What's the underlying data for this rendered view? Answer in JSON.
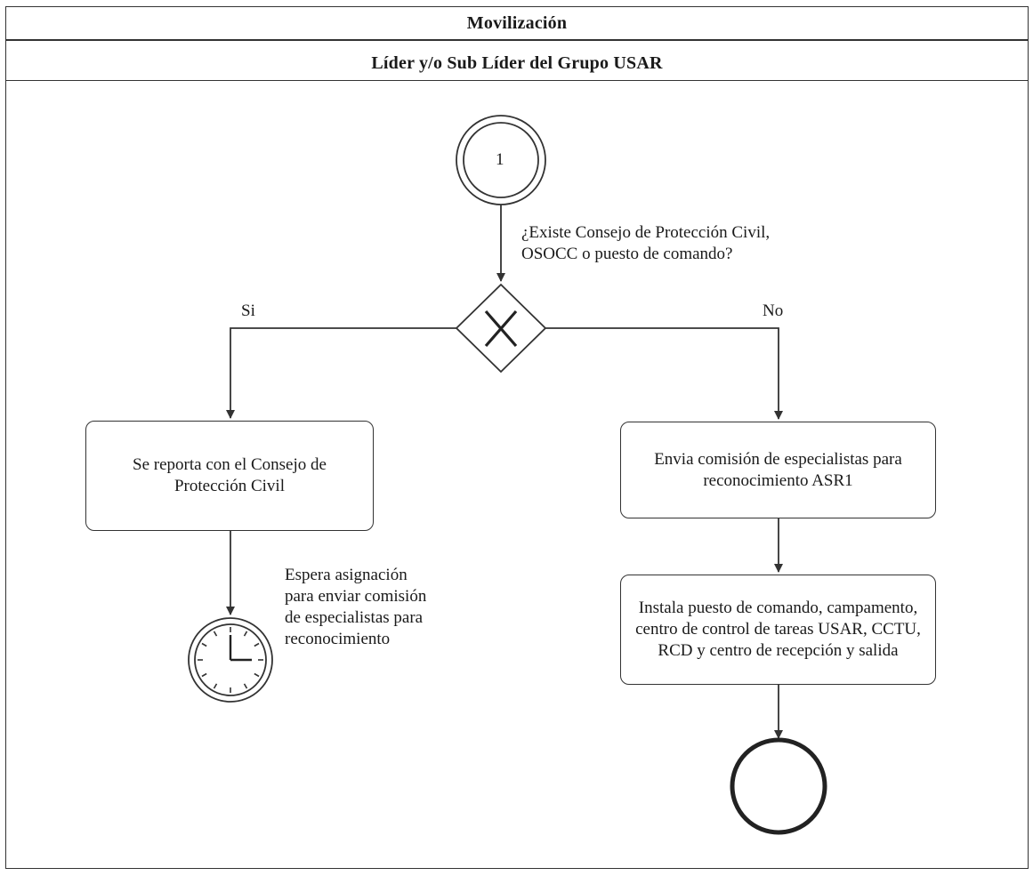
{
  "header": {
    "title": "Movilización",
    "subtitle": "Líder y/o Sub Líder del Grupo USAR"
  },
  "start_event": {
    "label": "1"
  },
  "gateway": {
    "question_line1": "¿Existe Consejo de Protección Civil,",
    "question_line2": "OSOCC o puesto de comando?",
    "yes_label": "Si",
    "no_label": "No"
  },
  "tasks": {
    "report": "Se reporta con el Consejo de Protección Civil",
    "send_commission": "Envia comisión de especialistas para reconocimiento ASR1",
    "install": "Instala puesto de comando, campamento, centro de control de tareas USAR, CCTU, RCD y centro de recepción y salida"
  },
  "timer": {
    "line1": "Espera asignación",
    "line2": "para enviar comisión",
    "line3": "de especialistas para",
    "line4": "reconocimiento"
  },
  "colors": {
    "stroke": "#333333",
    "background": "#ffffff"
  },
  "icons": [
    "clock-icon",
    "x-icon",
    "arrow-icon"
  ]
}
